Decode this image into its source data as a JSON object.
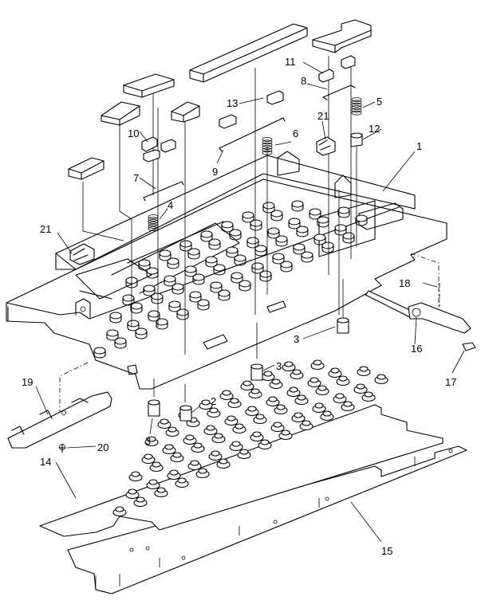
{
  "diagram": {
    "callouts": [
      {
        "id": "c1",
        "text": "1"
      },
      {
        "id": "c2",
        "text": "2"
      },
      {
        "id": "c3a",
        "text": "3"
      },
      {
        "id": "c3b",
        "text": "3"
      },
      {
        "id": "c3c",
        "text": "3"
      },
      {
        "id": "c4",
        "text": "4"
      },
      {
        "id": "c5",
        "text": "5"
      },
      {
        "id": "c6",
        "text": "6"
      },
      {
        "id": "c7",
        "text": "7"
      },
      {
        "id": "c8",
        "text": "8"
      },
      {
        "id": "c9",
        "text": "9"
      },
      {
        "id": "c10",
        "text": "10"
      },
      {
        "id": "c11",
        "text": "11"
      },
      {
        "id": "c12",
        "text": "12"
      },
      {
        "id": "c13",
        "text": "13"
      },
      {
        "id": "c14",
        "text": "14"
      },
      {
        "id": "c15",
        "text": "15"
      },
      {
        "id": "c16",
        "text": "16"
      },
      {
        "id": "c17",
        "text": "17"
      },
      {
        "id": "c18",
        "text": "18"
      },
      {
        "id": "c19",
        "text": "19"
      },
      {
        "id": "c20",
        "text": "20"
      },
      {
        "id": "c21a",
        "text": "21"
      },
      {
        "id": "c21b",
        "text": "21"
      }
    ]
  }
}
